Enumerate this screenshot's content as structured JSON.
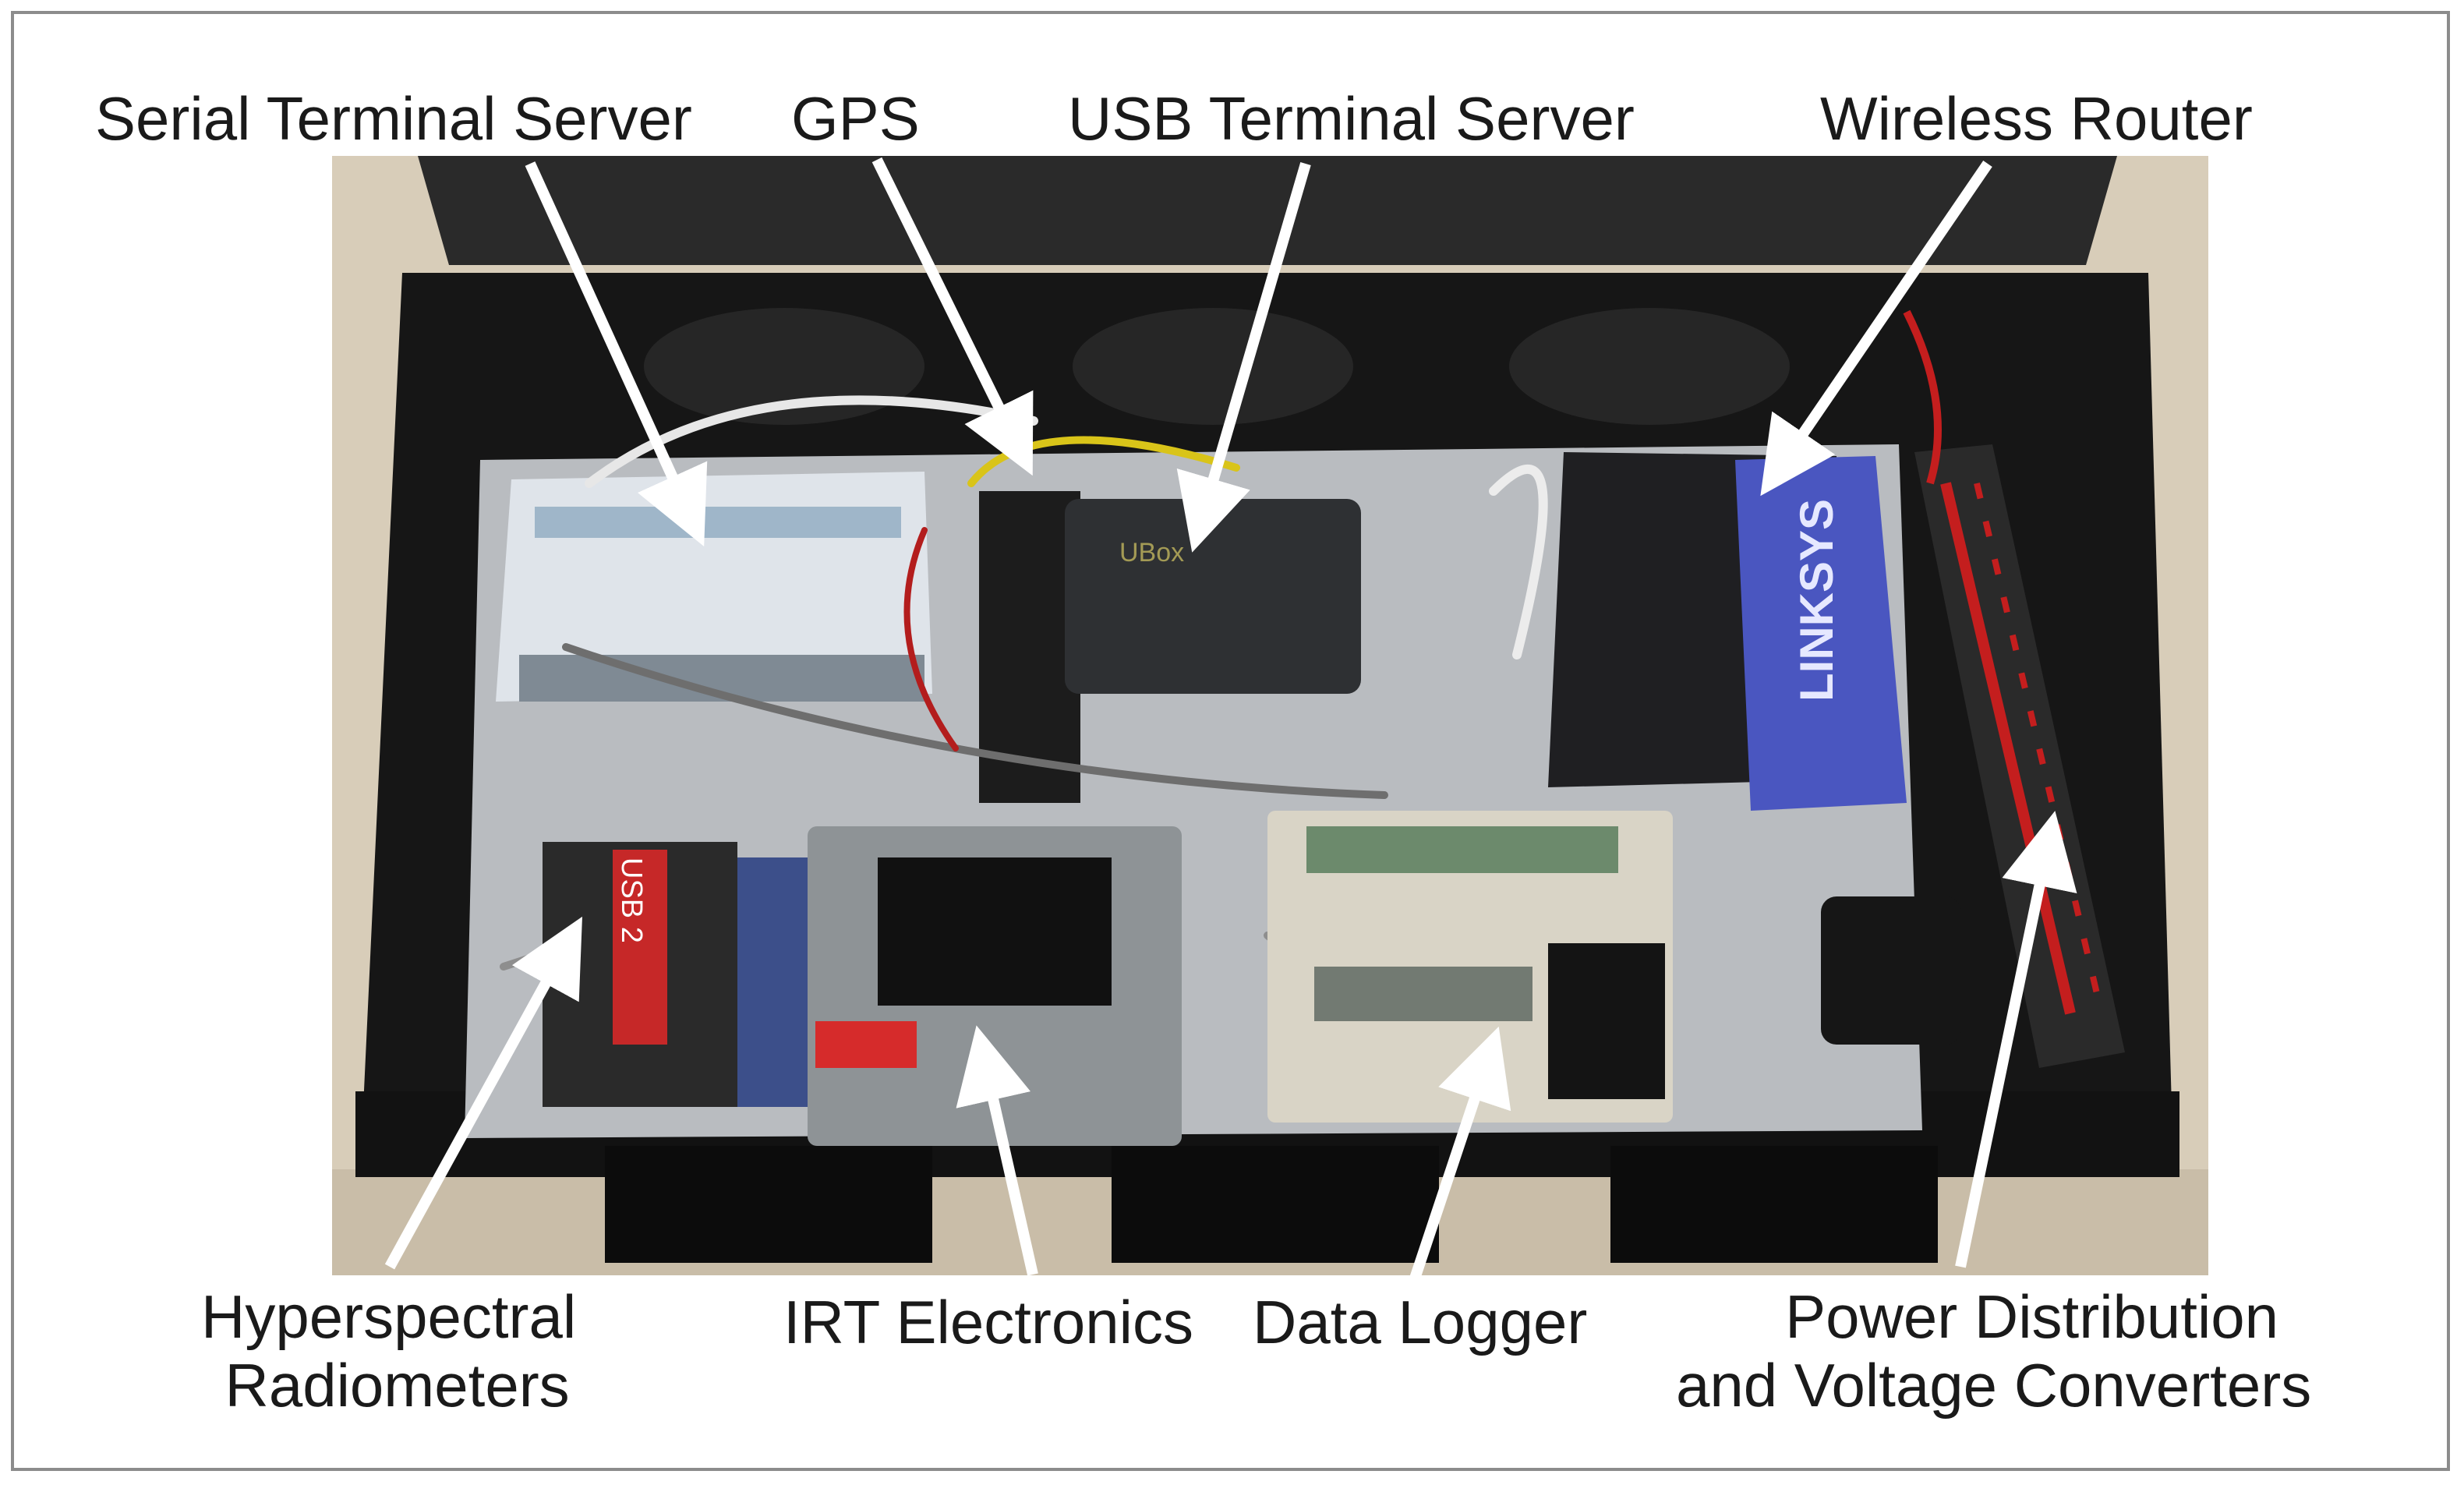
{
  "labels": {
    "serial_terminal_server": "Serial Terminal Server",
    "gps": "GPS",
    "usb_terminal_server": "USB Terminal Server",
    "wireless_router": "Wireless Router",
    "hyperspectral_line1": "Hyperspectral",
    "hyperspectral_line2": "Radiometers",
    "irt_electronics": "IRT Electronics",
    "data_logger": "Data Logger",
    "power_line1": "Power Distribution",
    "power_line2": "and Voltage Converters"
  },
  "photo_text": {
    "ubox": "UBox",
    "linksys": "LINKSYS",
    "usb": "USB 2"
  },
  "colors": {
    "background": "#ffffff",
    "frame": "#8c8c8c",
    "enclosure": "#161616",
    "panel": "#b9bcc0",
    "arrow_fill": "#ffffff",
    "arrow_stroke": "#1a1a1a",
    "router": "#4a56c0",
    "label_text": "#1a1a1a"
  }
}
